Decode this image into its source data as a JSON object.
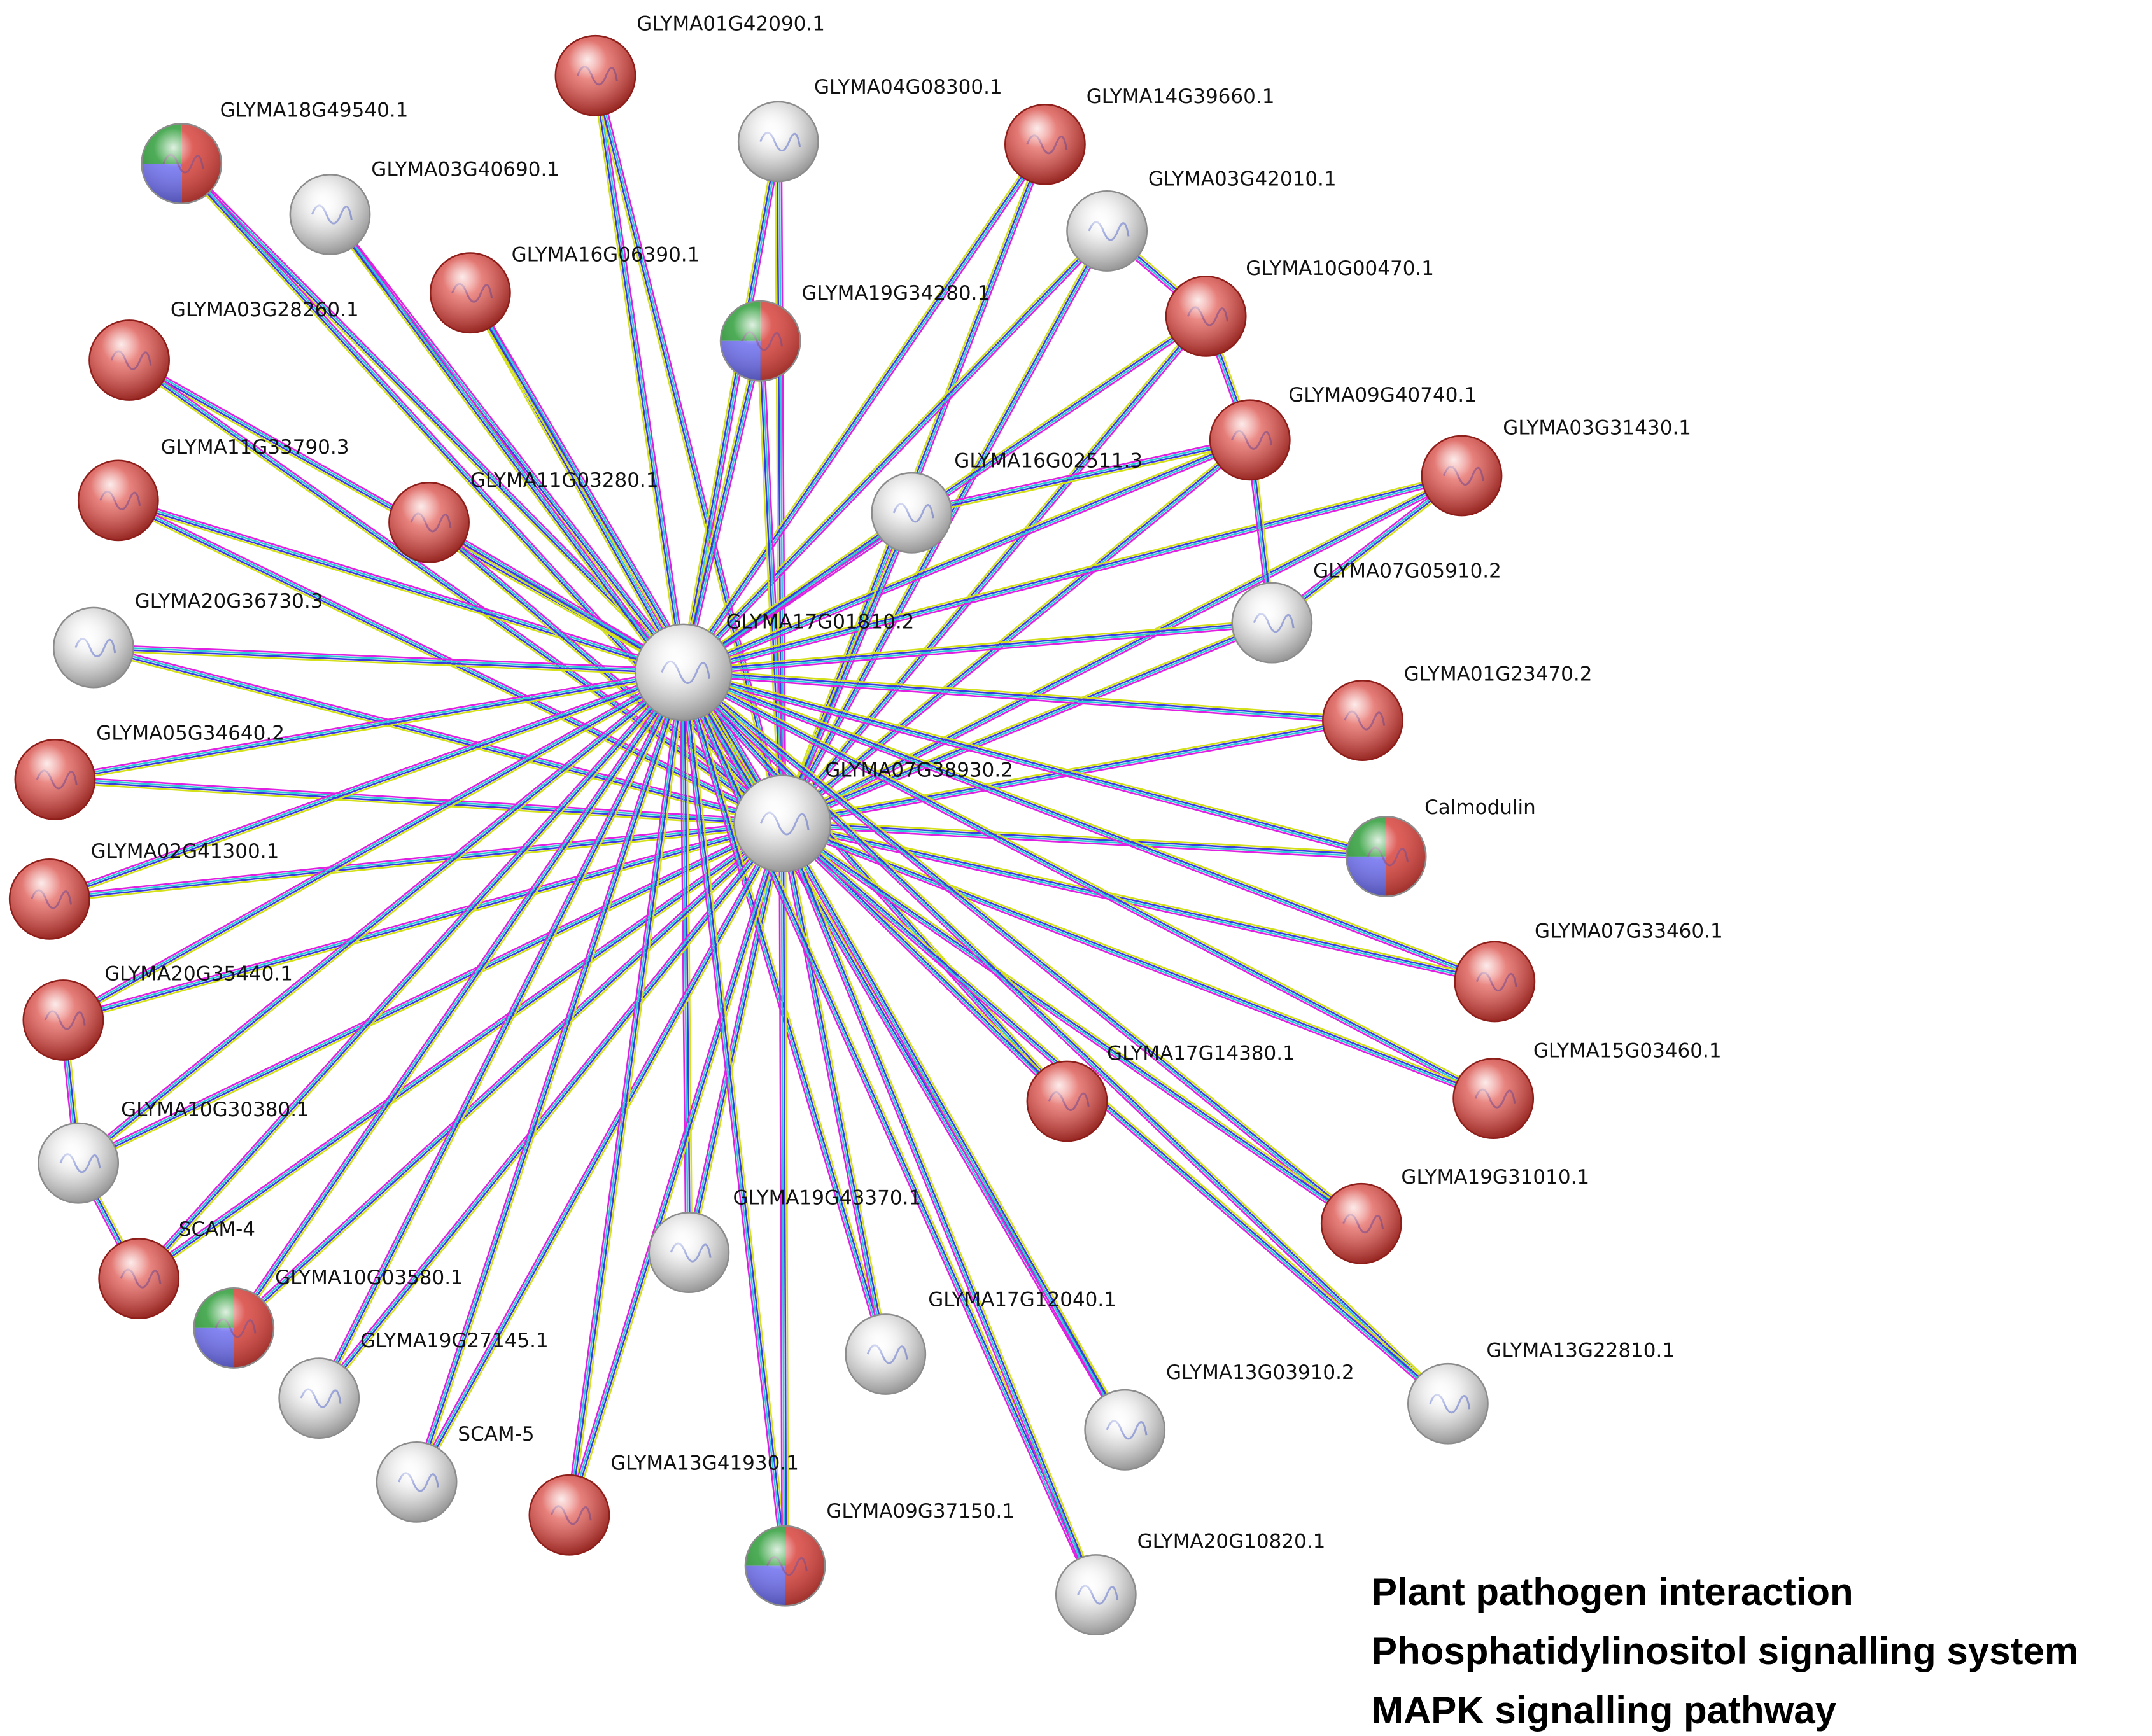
{
  "network": {
    "hubs": [
      "GLYMA17G01810.2",
      "GLYMA07G38930.2"
    ],
    "nodes": [
      {
        "id": "GLYMA17G01810.2",
        "color": "white"
      },
      {
        "id": "GLYMA07G38930.2",
        "color": "white"
      },
      {
        "id": "GLYMA01G42090.1",
        "color": "red"
      },
      {
        "id": "GLYMA04G08300.1",
        "color": "white"
      },
      {
        "id": "GLYMA14G39660.1",
        "color": "red"
      },
      {
        "id": "GLYMA18G49540.1",
        "color": "tricolor"
      },
      {
        "id": "GLYMA03G40690.1",
        "color": "white"
      },
      {
        "id": "GLYMA03G42010.1",
        "color": "white"
      },
      {
        "id": "GLYMA16G06390.1",
        "color": "red"
      },
      {
        "id": "GLYMA19G34280.1",
        "color": "tricolor"
      },
      {
        "id": "GLYMA10G00470.1",
        "color": "red"
      },
      {
        "id": "GLYMA03G28260.1",
        "color": "red"
      },
      {
        "id": "GLYMA09G40740.1",
        "color": "red"
      },
      {
        "id": "GLYMA03G31430.1",
        "color": "red"
      },
      {
        "id": "GLYMA11G33790.3",
        "color": "red"
      },
      {
        "id": "GLYMA11G03280.1",
        "color": "red"
      },
      {
        "id": "GLYMA16G02511.3",
        "color": "white"
      },
      {
        "id": "GLYMA07G05910.2",
        "color": "white"
      },
      {
        "id": "GLYMA20G36730.3",
        "color": "white"
      },
      {
        "id": "GLYMA01G23470.2",
        "color": "red"
      },
      {
        "id": "GLYMA05G34640.2",
        "color": "red"
      },
      {
        "id": "Calmodulin",
        "color": "tricolor"
      },
      {
        "id": "GLYMA02G41300.1",
        "color": "red"
      },
      {
        "id": "GLYMA07G33460.1",
        "color": "red"
      },
      {
        "id": "GLYMA20G35440.1",
        "color": "red"
      },
      {
        "id": "GLYMA17G14380.1",
        "color": "red"
      },
      {
        "id": "GLYMA15G03460.1",
        "color": "red"
      },
      {
        "id": "GLYMA10G30380.1",
        "color": "white"
      },
      {
        "id": "GLYMA19G31010.1",
        "color": "red"
      },
      {
        "id": "SCAM-4",
        "color": "red"
      },
      {
        "id": "GLYMA19G43370.1",
        "color": "white"
      },
      {
        "id": "GLYMA10G03580.1",
        "color": "tricolor"
      },
      {
        "id": "GLYMA17G12040.1",
        "color": "white"
      },
      {
        "id": "GLYMA19G27145.1",
        "color": "white"
      },
      {
        "id": "GLYMA13G03910.2",
        "color": "white"
      },
      {
        "id": "GLYMA13G22810.1",
        "color": "white"
      },
      {
        "id": "SCAM-5",
        "color": "white"
      },
      {
        "id": "GLYMA13G41930.1",
        "color": "red"
      },
      {
        "id": "GLYMA09G37150.1",
        "color": "tricolor"
      },
      {
        "id": "GLYMA20G10820.1",
        "color": "white"
      }
    ],
    "extra_edges": [
      [
        "GLYMA03G42010.1",
        "GLYMA10G00470.1"
      ],
      [
        "GLYMA10G00470.1",
        "GLYMA09G40740.1"
      ],
      [
        "GLYMA09G40740.1",
        "GLYMA07G05910.2"
      ],
      [
        "GLYMA09G40740.1",
        "GLYMA16G02511.3"
      ],
      [
        "GLYMA20G35440.1",
        "GLYMA10G30380.1"
      ],
      [
        "GLYMA10G30380.1",
        "SCAM-4"
      ],
      [
        "GLYMA03G31430.1",
        "GLYMA07G05910.2"
      ]
    ],
    "edge_colors": [
      "#d4e01a",
      "#3a3adf",
      "#2cc9d6",
      "#e020e0"
    ],
    "node_colors": {
      "red": "#d9443e",
      "white": "#e2e2e2",
      "green": "#2f9e3a",
      "blue": "#6f6ff0"
    }
  },
  "legend": {
    "lines": [
      "Plant pathogen interaction",
      "Phosphatidylinositol signalling system",
      "MAPK signalling pathway"
    ]
  }
}
